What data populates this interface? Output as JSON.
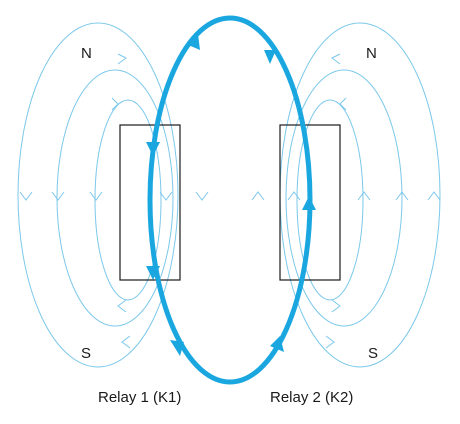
{
  "poles": {
    "k1_north": "N",
    "k1_south": "S",
    "k2_north": "N",
    "k2_south": "S"
  },
  "labels": {
    "relay1": "Relay 1 (K1)",
    "relay2": "Relay 2 (K2)"
  },
  "colors": {
    "field_line": "#7cc8ea",
    "coupled_field": "#1aa7e0",
    "coil_outline": "#1a1a1a"
  }
}
